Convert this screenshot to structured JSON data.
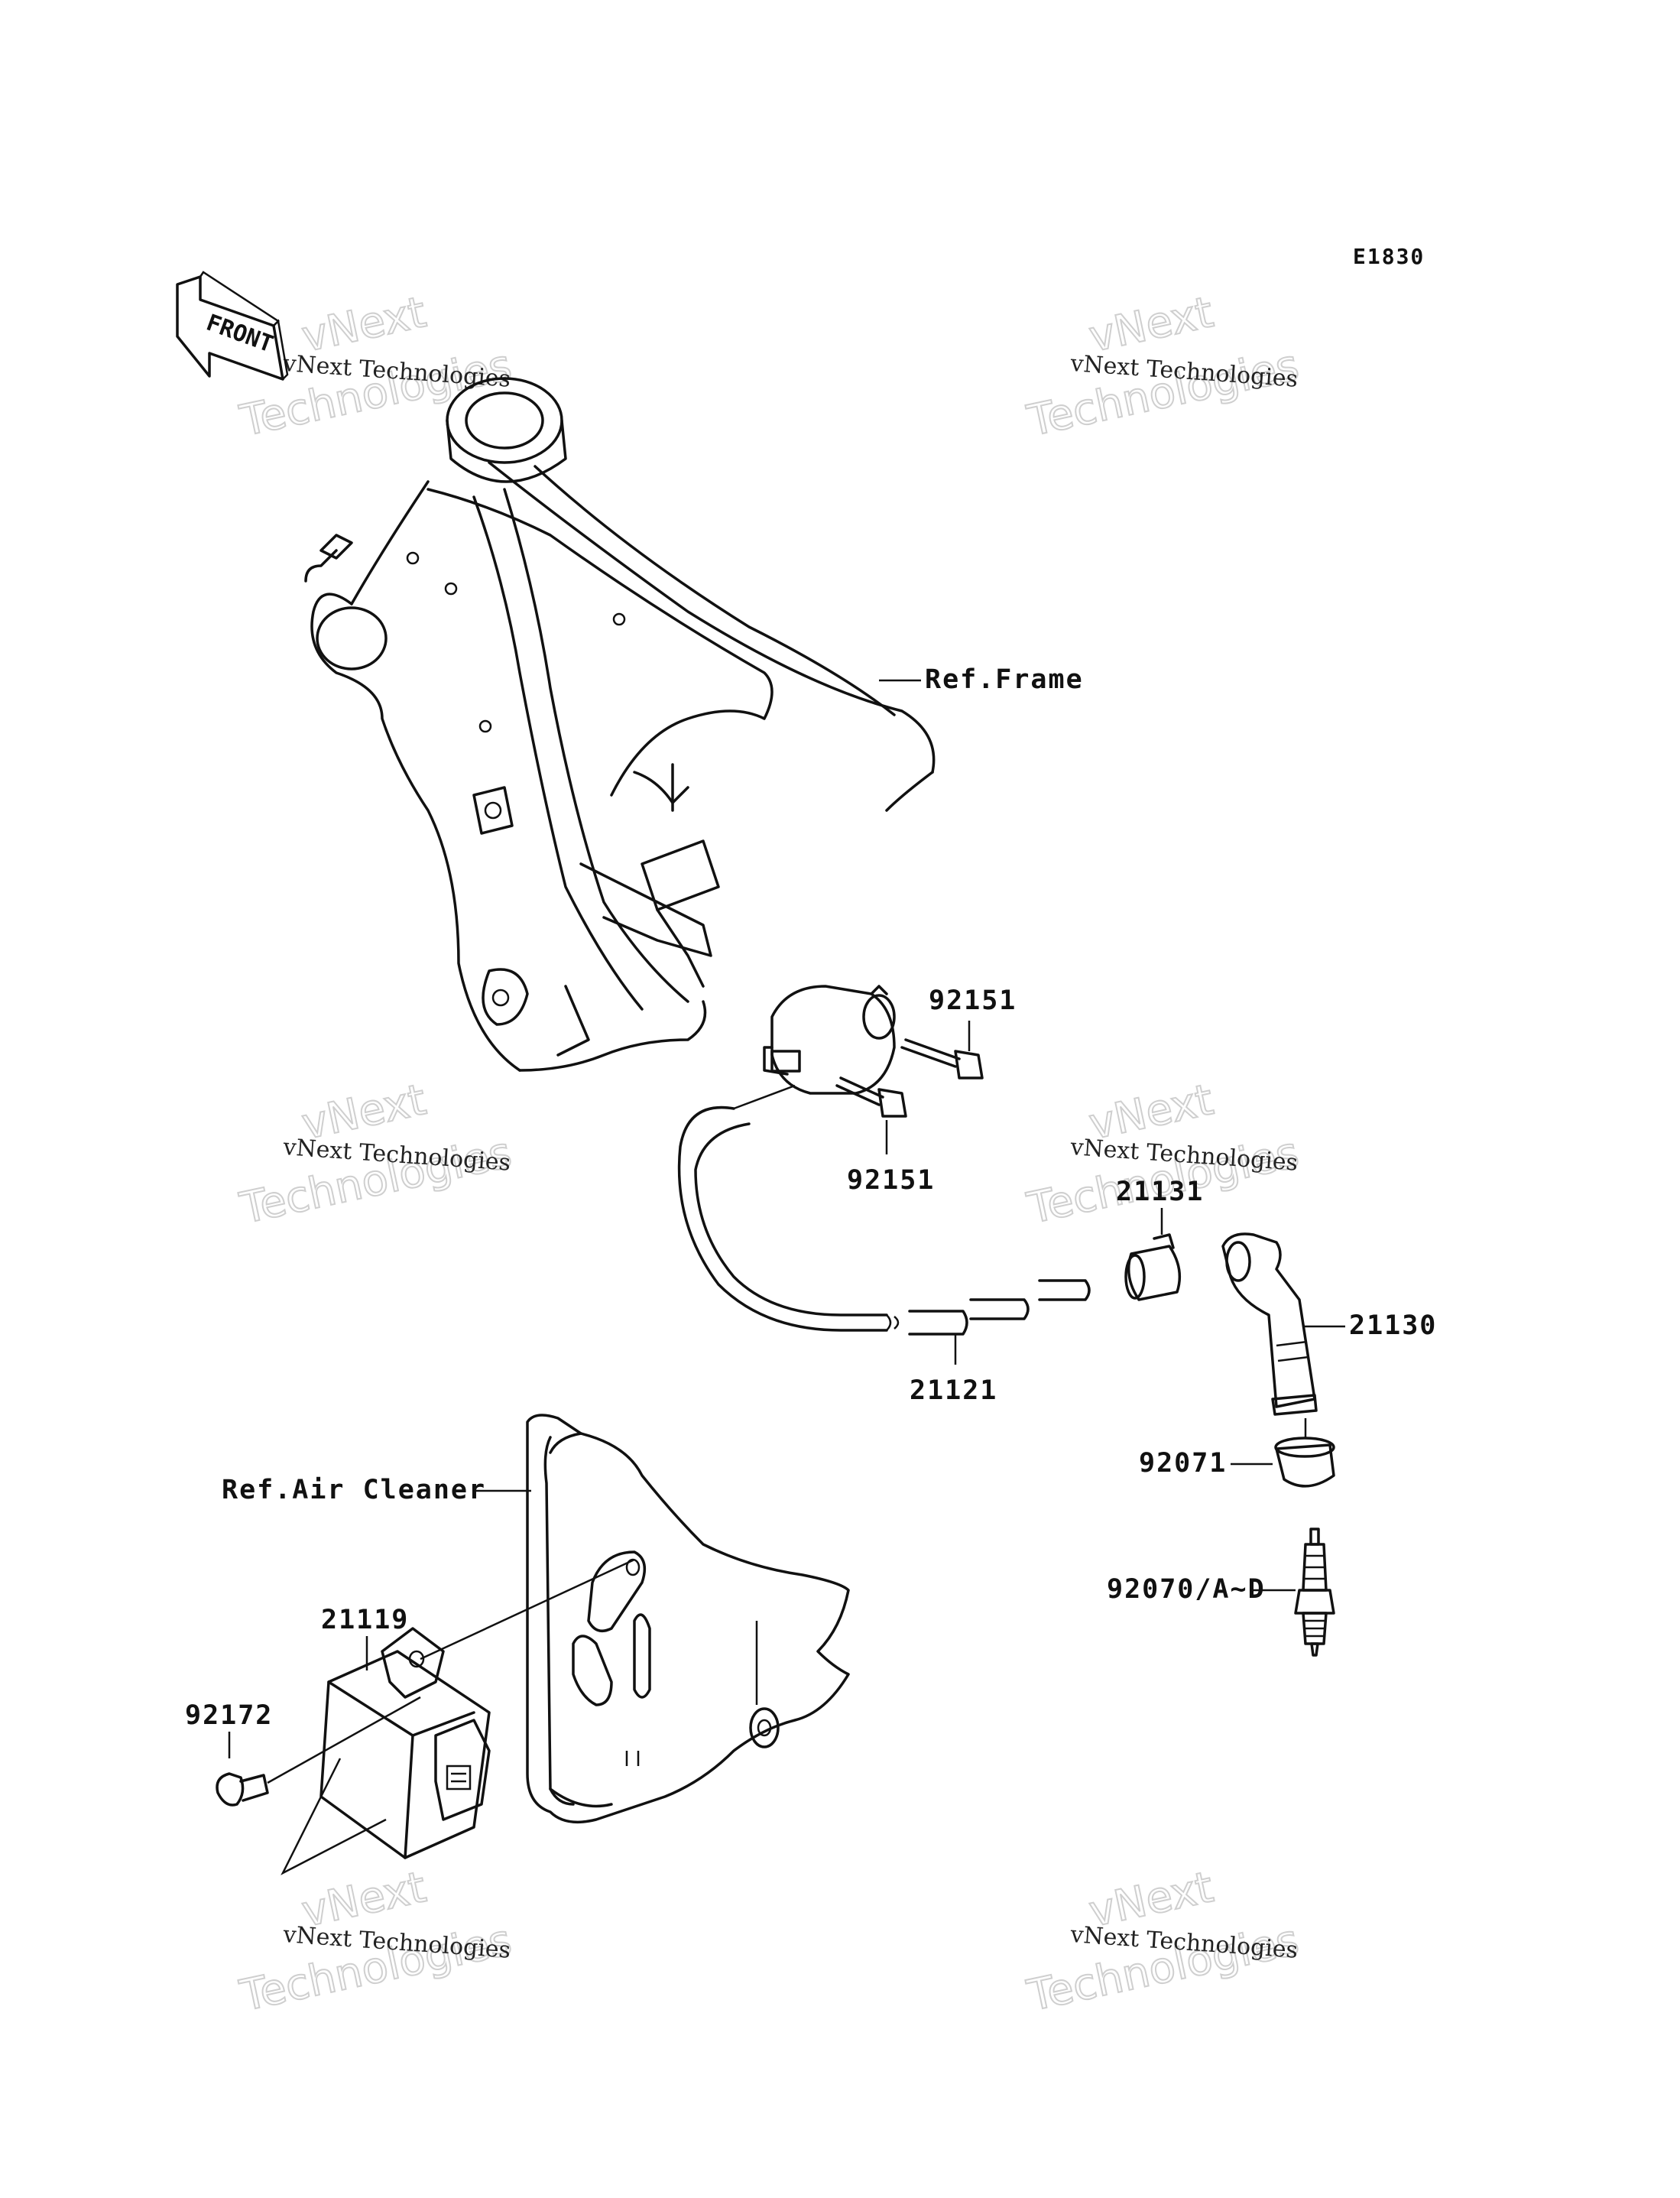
{
  "diagram": {
    "code": "E1830",
    "front_label": "FRONT",
    "references": {
      "frame": "Ref.Frame",
      "air_cleaner": "Ref.Air Cleaner"
    },
    "parts": {
      "bolt_upper": "92151",
      "bolt_lower": "92151",
      "cap_holder": "21131",
      "plug_cap": "21130",
      "hv_cable": "21121",
      "seal": "92071",
      "spark_plug": "92070/A~D",
      "igniter": "21119",
      "igniter_bolt": "92172"
    },
    "watermark": {
      "small": "vNext Technologies",
      "line1": "vNext",
      "line2": "Technologies"
    }
  }
}
